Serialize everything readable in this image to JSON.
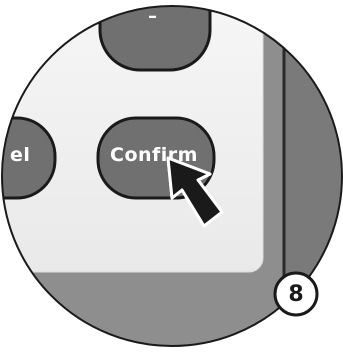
{
  "dialog": {
    "top_button_label": "–",
    "left_button_label": "el",
    "confirm_button_label": "Confirm"
  },
  "annotation": {
    "step_number": "8",
    "cursor_icon": "arrow-pointer-icon"
  },
  "colors": {
    "outer_background": "#8e8e8e",
    "panel_background": "#f0f0f0",
    "dark_strip": "#7a7a7a",
    "button_fill": "#707070",
    "button_border": "#1a1a1a",
    "cursor_fill": "#1a1a1a"
  }
}
